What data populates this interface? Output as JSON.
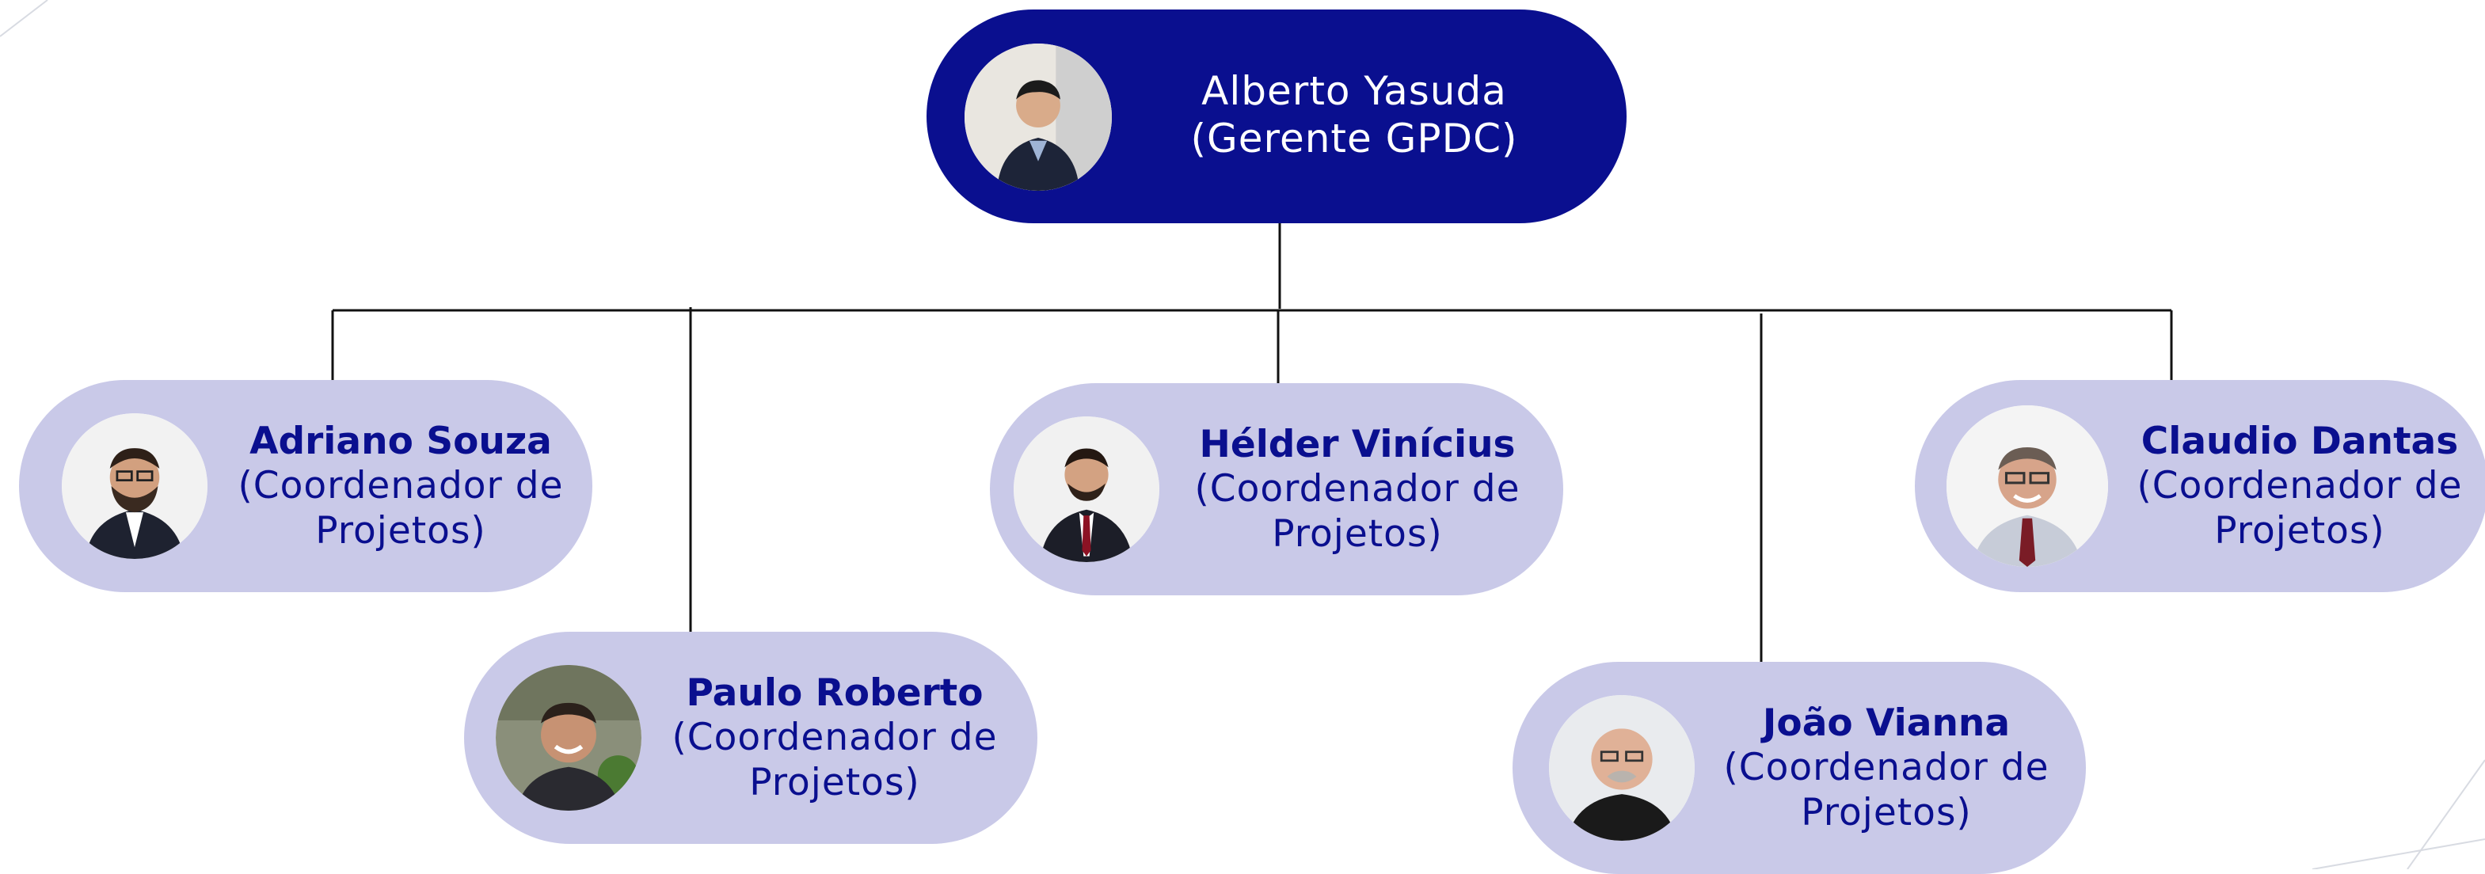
{
  "root": {
    "name": "Alberto Yasuda",
    "role": "(Gerente GPDC)",
    "photo_icon": "person-photo"
  },
  "members": [
    {
      "name": "Adriano Souza",
      "role": "(Coordenador de Projetos)",
      "photo_icon": "person-photo"
    },
    {
      "name": "Paulo Roberto",
      "role": "(Coordenador de Projetos)",
      "photo_icon": "person-photo"
    },
    {
      "name": "Hélder Vinícius",
      "role": "(Coordenador de Projetos)",
      "photo_icon": "person-photo"
    },
    {
      "name": "João Vianna",
      "role": "(Coordenador de Projetos)",
      "photo_icon": "person-photo"
    },
    {
      "name": "Claudio Dantas",
      "role": "(Coordenador de Projetos)",
      "photo_icon": "person-photo"
    }
  ],
  "colors": {
    "root_fill": "#0a0f8f",
    "child_fill": "#c9c9e8",
    "text_dark": "#0a0f8f",
    "connector": "#111111"
  }
}
